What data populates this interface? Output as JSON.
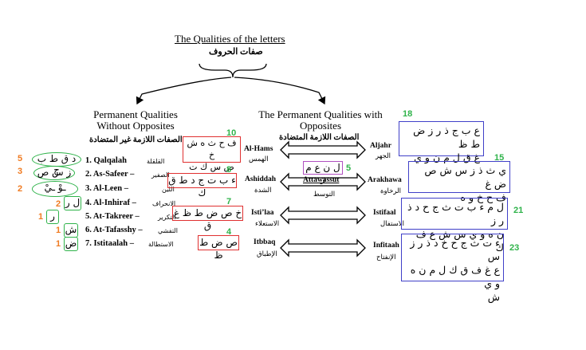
{
  "title": "The Qualities of the letters",
  "title_ar": "صفات الحروف",
  "left_heading": [
    "Permanent Qualities",
    "Without Opposites"
  ],
  "left_heading_ar": "الصفات اللازمة غير المتضادة",
  "right_heading": [
    "The Permanent Qualities with",
    "Opposites"
  ],
  "right_heading_ar": "الصفات اللازمة المتضادة",
  "left_list": [
    {
      "label": "1. Qalqalah",
      "ar": "القلقلة",
      "letters": "د ق ط ب ج",
      "count": "5"
    },
    {
      "label": "2. As-Safeer –",
      "ar": "الصفير",
      "letters": "ز س ص",
      "count": "3"
    },
    {
      "label": "3. Al-Leen –",
      "ar": "اللين",
      "letters": "ـوْ ـيْ",
      "count": "2"
    },
    {
      "label": "4. Al-Inhiraf –",
      "ar": "الانحراف",
      "letters": "ل ر",
      "count": "2"
    },
    {
      "label": "5. At-Takreer –",
      "ar": "التكرير",
      "letters": "ر",
      "count": "1"
    },
    {
      "label": "6. At-Tafasshy –",
      "ar": "التفشي",
      "letters": "ش",
      "count": "1"
    },
    {
      "label": "7. Istitaalah –",
      "ar": "الاستطالة",
      "letters": "ض",
      "count": "1"
    }
  ],
  "pairs": [
    {
      "left": "Al-Hams",
      "left_ar": "الهمس",
      "left_count": "10",
      "left_letters": [
        "ف ح ث ه ش خ",
        "ص س ك ت"
      ],
      "right": "Aljahr",
      "right_ar": "الجهر",
      "right_count": "18",
      "right_letters": [
        "ع ب ج ذ ر ز ض ط ظ",
        "غ ق ل م ن و ي"
      ]
    },
    {
      "left": "Ashiddah",
      "left_ar": "الشدة",
      "left_count": "8",
      "left_letters": [
        "ء ب ت ج د ط ق ك"
      ],
      "middle": "Attawassut",
      "middle_ar": "التوسط",
      "middle_count": "5",
      "middle_letters": "ل ن ع م ر",
      "right": "Arakhawa",
      "right_ar": "الرخاوة",
      "right_count": "15",
      "right_letters": [
        "ي ث ذ ز س ش ص ض غ",
        "ف ح خ و ه"
      ]
    },
    {
      "left": "Isti’laa",
      "left_ar": "الاستعلاء",
      "left_count": "7",
      "left_letters": [
        "خ ص ض ط ظ غ ق"
      ],
      "right": "Istifaal",
      "right_ar": "الاستفال",
      "right_count": "21",
      "right_letters": [
        "ل م ء ب ت ث ج ح د ذ ر ز",
        "ن ه و ي س ش ع ف ك"
      ]
    },
    {
      "left": "Itbbaq",
      "left_ar": "الإطباق",
      "left_count": "4",
      "left_letters": [
        "ص ض ط ظ"
      ],
      "right": "Infitaah",
      "right_ar": "الإنفتاح",
      "right_count": "23",
      "right_letters": [
        "ء ت ث ج ح خ د ذ ر ز س",
        "ع غ ف ق ك ل م ن ه و ي",
        "ش"
      ]
    }
  ],
  "colors": {
    "orange": "#f07b22",
    "green": "#2fb34a",
    "red": "#e03030",
    "blue": "#4040c8",
    "purple": "#b050c0"
  }
}
